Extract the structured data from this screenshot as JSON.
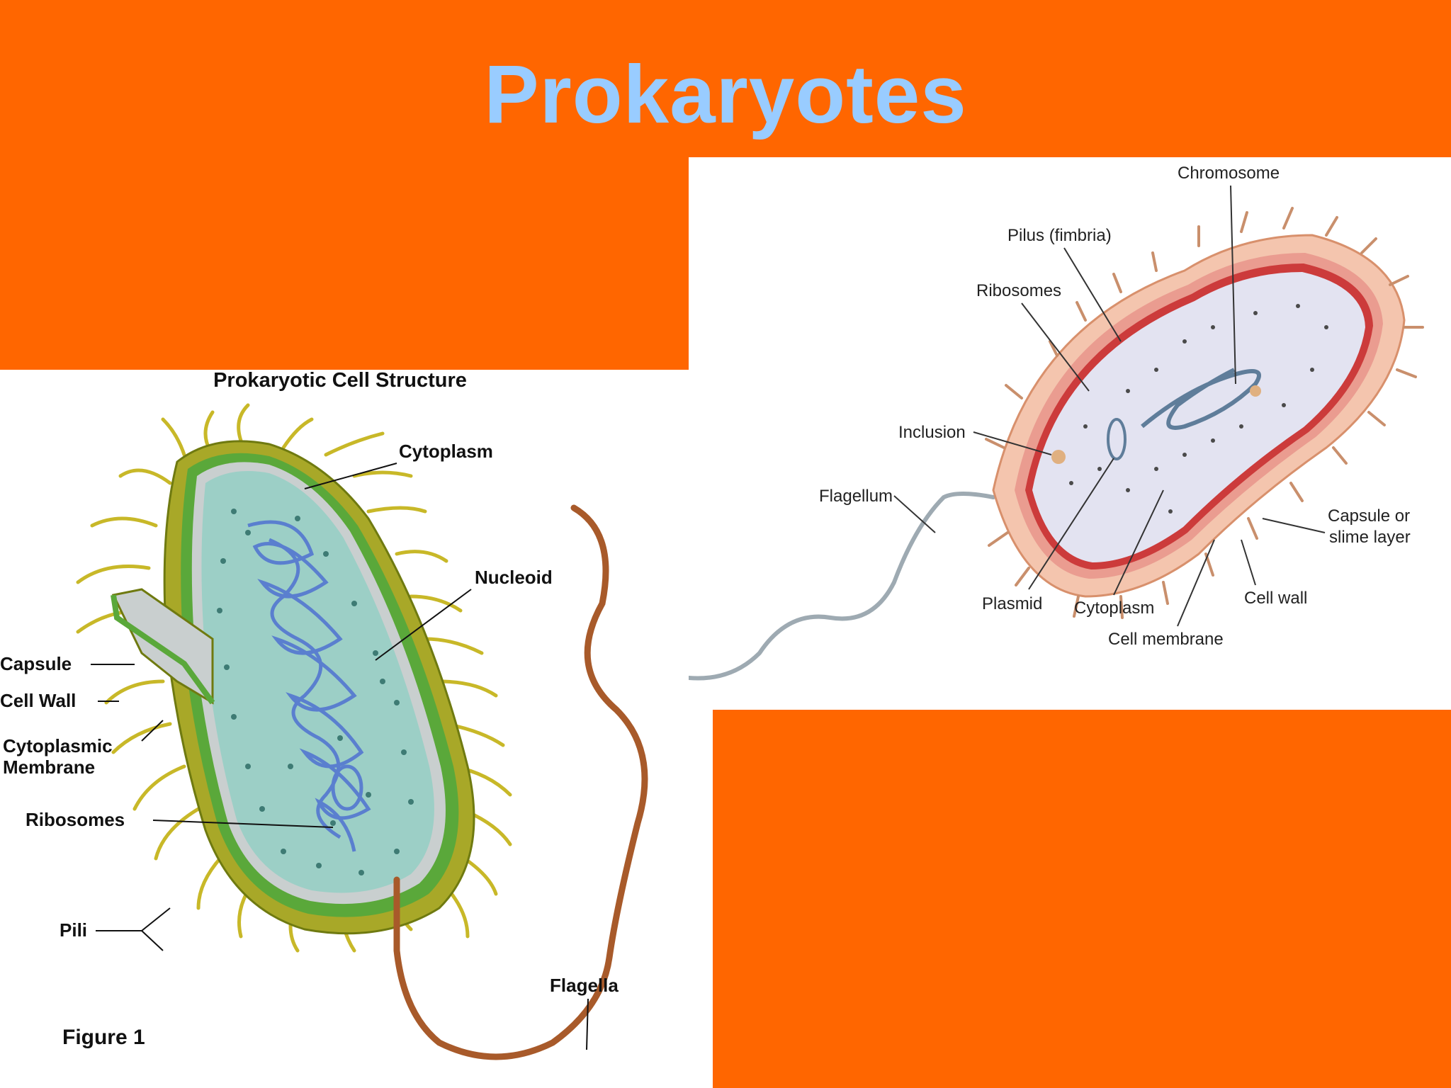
{
  "slide": {
    "title": "Prokaryotes",
    "background_color": "#ff6600",
    "title_color": "#99ccff"
  },
  "figure_left": {
    "heading": "Prokaryotic Cell Structure",
    "caption": "Figure 1",
    "labels": {
      "cytoplasm": "Cytoplasm",
      "nucleoid": "Nucleoid",
      "capsule": "Capsule",
      "cell_wall": "Cell Wall",
      "cytoplasmic_membrane_line1": "Cytoplasmic",
      "cytoplasmic_membrane_line2": "Membrane",
      "ribosomes": "Ribosomes",
      "pili": "Pili",
      "flagella": "Flagella"
    }
  },
  "figure_right": {
    "labels": {
      "chromosome": "Chromosome",
      "pilus": "Pilus (fimbria)",
      "ribosomes": "Ribosomes",
      "inclusion": "Inclusion",
      "flagellum": "Flagellum",
      "capsule_line1": "Capsule or",
      "capsule_line2": "slime layer",
      "cell_wall": "Cell wall",
      "plasmid": "Plasmid",
      "cytoplasm": "Cytoplasm",
      "cell_membrane": "Cell membrane"
    }
  }
}
